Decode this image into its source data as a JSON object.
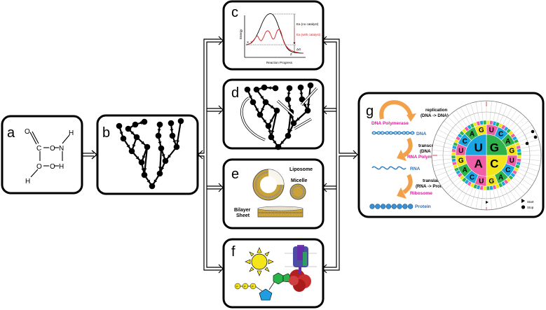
{
  "panels": {
    "a": {
      "letter": "a",
      "atoms": {
        "o_top": "O",
        "c": "C",
        "o_mid": "O",
        "n": "N",
        "h_top": "H",
        "o_low": "O",
        "h_mid": "H",
        "h_low": "H"
      }
    },
    "b": {
      "letter": "b"
    },
    "c": {
      "letter": "c",
      "y_label": "Energy",
      "x_label": "Reaction Progress",
      "ea_no_catalyst": "Ea (no catalyst)",
      "ea_with_catalyst": "Ea (with catalyst)",
      "reactants": "X, Y",
      "product": "Z",
      "delta_g": "ΔG"
    },
    "d": {
      "letter": "d"
    },
    "e": {
      "letter": "e",
      "liposome": "Liposome",
      "micelle": "Micelle",
      "bilayer": "Bilayer\nSheet",
      "bilayer_l1": "Bilayer",
      "bilayer_l2": "Sheet"
    },
    "f": {
      "letter": "f",
      "phosphate": "P"
    },
    "g": {
      "letter": "g",
      "replication": "replication",
      "replication_sub": "(DNA -> DNA)",
      "dna_polymerase": "DNA Polymerase",
      "dna": "DNA",
      "transcription": "transcription",
      "transcription_sub": "(DNA -> RNA)",
      "rna_polymerase": "RNA Polymerase",
      "rna": "RNA",
      "translation": "translation",
      "translation_sub": "(RNA -> Protein)",
      "ribosome": "Ribosome",
      "protein": "Protein",
      "legend_start": "Start",
      "legend_stop": "Stop",
      "inner_bases": [
        "G",
        "C",
        "A",
        "U"
      ],
      "middle_bases": [
        "U",
        "C",
        "A",
        "G",
        "U",
        "C",
        "A",
        "G",
        "U",
        "C",
        "A",
        "G",
        "U",
        "C",
        "A",
        "G"
      ]
    }
  },
  "colors": {
    "black": "#000000",
    "sun": "#f4e51a",
    "phosphate": "#f4e51a",
    "ribose": "#1f9de0",
    "base": "#29b34a",
    "magenta": "#e2179a",
    "blue_label": "#2f6eb5",
    "arrow_orange": "#f2a14a",
    "red_curve": "#d9262a",
    "dna_blue": "#2f7fc4",
    "wheel_green": "#2fb24a",
    "wheel_yellow": "#f4e51a",
    "wheel_pink": "#ef5da6",
    "wheel_blue": "#1aa4e0"
  }
}
